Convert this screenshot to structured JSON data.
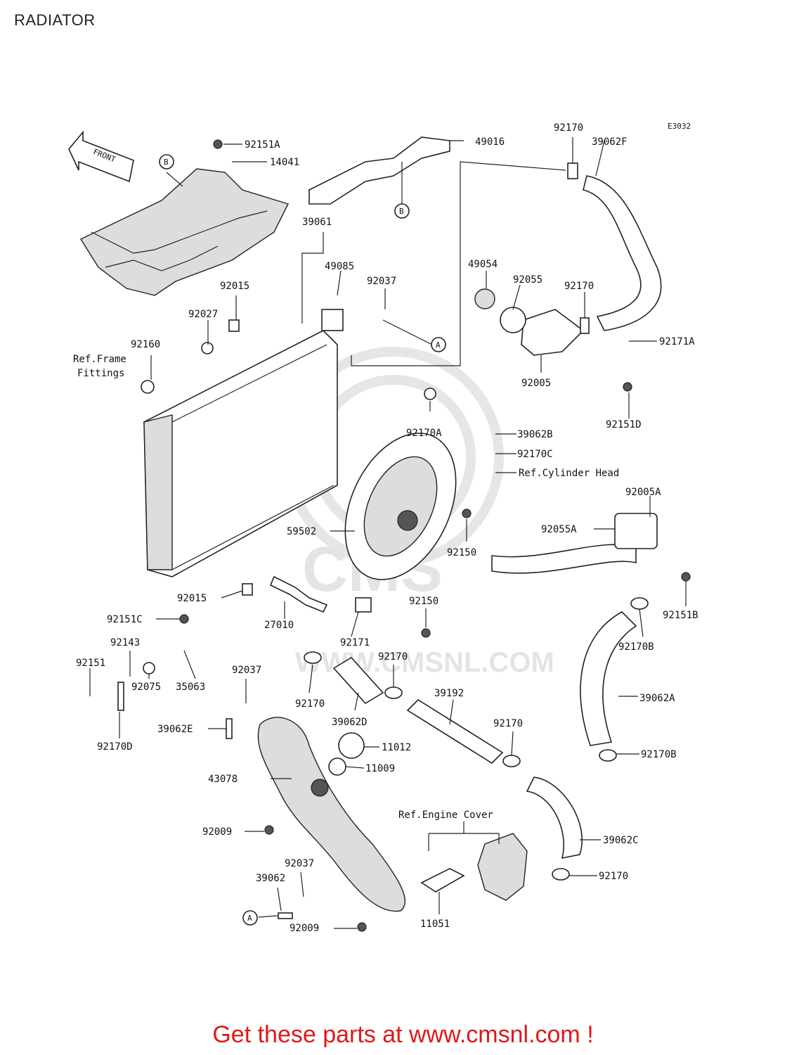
{
  "title": "RADIATOR",
  "diagram_code": "E3032",
  "front_arrow_label": "FRONT",
  "watermark": {
    "logo": "CMS",
    "url": "WWW.CMSNL.COM"
  },
  "callouts": {
    "A": "A",
    "B": "B"
  },
  "refs": {
    "frame_fittings_line1": "Ref.Frame",
    "frame_fittings_line2": "Fittings",
    "cylinder_head": "Ref.Cylinder Head",
    "engine_cover": "Ref.Engine Cover"
  },
  "parts": {
    "p92151A": "92151A",
    "p14041": "14041",
    "p49016": "49016",
    "p92170_top": "92170",
    "p39062F": "39062F",
    "p39061": "39061",
    "p49085": "49085",
    "p92037_top": "92037",
    "p49054": "49054",
    "p92055": "92055",
    "p92170_mid": "92170",
    "p92171A": "92171A",
    "p92005": "92005",
    "p92151D": "92151D",
    "p92015_top": "92015",
    "p92027": "92027",
    "p92160": "92160",
    "p92170A": "92170A",
    "p39062B": "39062B",
    "p92170C": "92170C",
    "p92005A": "92005A",
    "p92055A": "92055A",
    "p59502": "59502",
    "p92150_a": "92150",
    "p92151B": "92151B",
    "p92015_bot": "92015",
    "p92150_b": "92150",
    "p27010": "27010",
    "p92171": "92171",
    "p92170B_a": "92170B",
    "p92151C": "92151C",
    "p92143": "92143",
    "p92151": "92151",
    "p92037_mid": "92037",
    "p92170_c": "92170",
    "p35063": "35063",
    "p92075": "92075",
    "p92170_d": "92170",
    "p39192": "39192",
    "p39062A": "39062A",
    "p39062D": "39062D",
    "p39062E": "39062E",
    "p92170D": "92170D",
    "p11012": "11012",
    "p92170_e": "92170",
    "p92170B_b": "92170B",
    "p43078": "43078",
    "p11009": "11009",
    "p92009_a": "92009",
    "p39062C": "39062C",
    "p92037_bot": "92037",
    "p39062": "39062",
    "p92170_f": "92170",
    "p92009_b": "92009",
    "p11051": "11051"
  },
  "footer": "Get these parts at www.cmsnl.com !"
}
